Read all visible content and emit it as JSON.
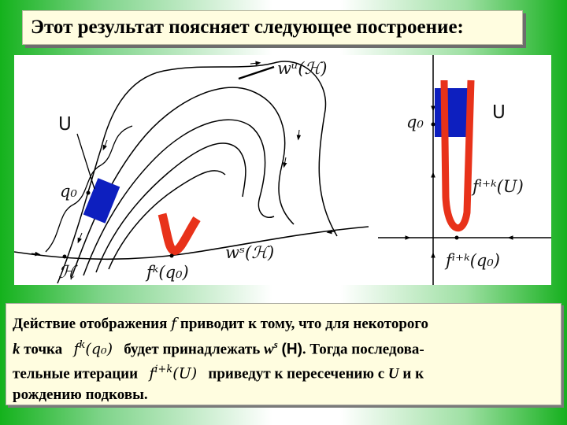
{
  "title": "Этот результат поясняет следующее построение:",
  "colors": {
    "accent_red": "#e8321a",
    "neighborhood_blue": "#0d1fbf",
    "curve": "#000000",
    "panel_bg": "#fffde0"
  },
  "diagram": {
    "labels": {
      "unstable_manifold": "wᵘ(ℋ)",
      "U_left": "U",
      "q0_left": "q₀",
      "H": "ℋ",
      "fk_q0": "fᵏ(q₀)",
      "stable_manifold": "wˢ(ℋ)",
      "q0_right": "q₀",
      "U_right": "U",
      "fik_U": "fⁱ⁺ᵏ(U)",
      "fik_q0": "fⁱ⁺ᵏ(q₀)"
    }
  },
  "text": {
    "line1_a": "Действие отображения",
    "line1_f": "f",
    "line1_b": "приводит к тому, что для некоторого",
    "line2_k": "k",
    "line2_a": "точка",
    "line2_math_f": "f",
    "line2_math_sup": "k",
    "line2_math_arg": "(q₀)",
    "line2_b": "будет принадлежать",
    "line2_w": "w",
    "line2_s": "s",
    "line2_H": "(H)",
    "line2_c": ". Тогда последова-",
    "line3_a": "тельные итерации",
    "line3_math_f": "f",
    "line3_math_sup": "i+k",
    "line3_math_arg": "(U)",
    "line3_b": "приведут к пересечению с",
    "line3_U": "U",
    "line3_c": "и к",
    "line4": "рождению подковы."
  }
}
